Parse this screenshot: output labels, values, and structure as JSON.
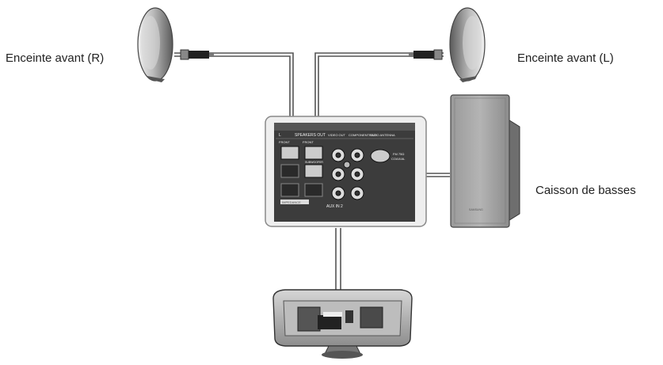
{
  "labels": {
    "front_right": "Enceinte avant (R)",
    "front_left": "Enceinte avant (L)",
    "subwoofer": "Caisson de basses"
  },
  "panel": {
    "speakers_out": "SPEAKERS OUT",
    "front_r": "FRONT",
    "front_l": "FRONT",
    "subwoofer": "SUBWOOFER",
    "impedance": "IMPEDANCE",
    "video_out": "VIDEO OUT",
    "component_out": "COMPONENT OUT",
    "radio_antenna": "RADIO ANTENNA",
    "fm": "FM 75Ω",
    "coaxial": "COAXIAL",
    "aux_in": "AUX IN 2"
  },
  "subwoofer_brand": "SAMSUNG"
}
